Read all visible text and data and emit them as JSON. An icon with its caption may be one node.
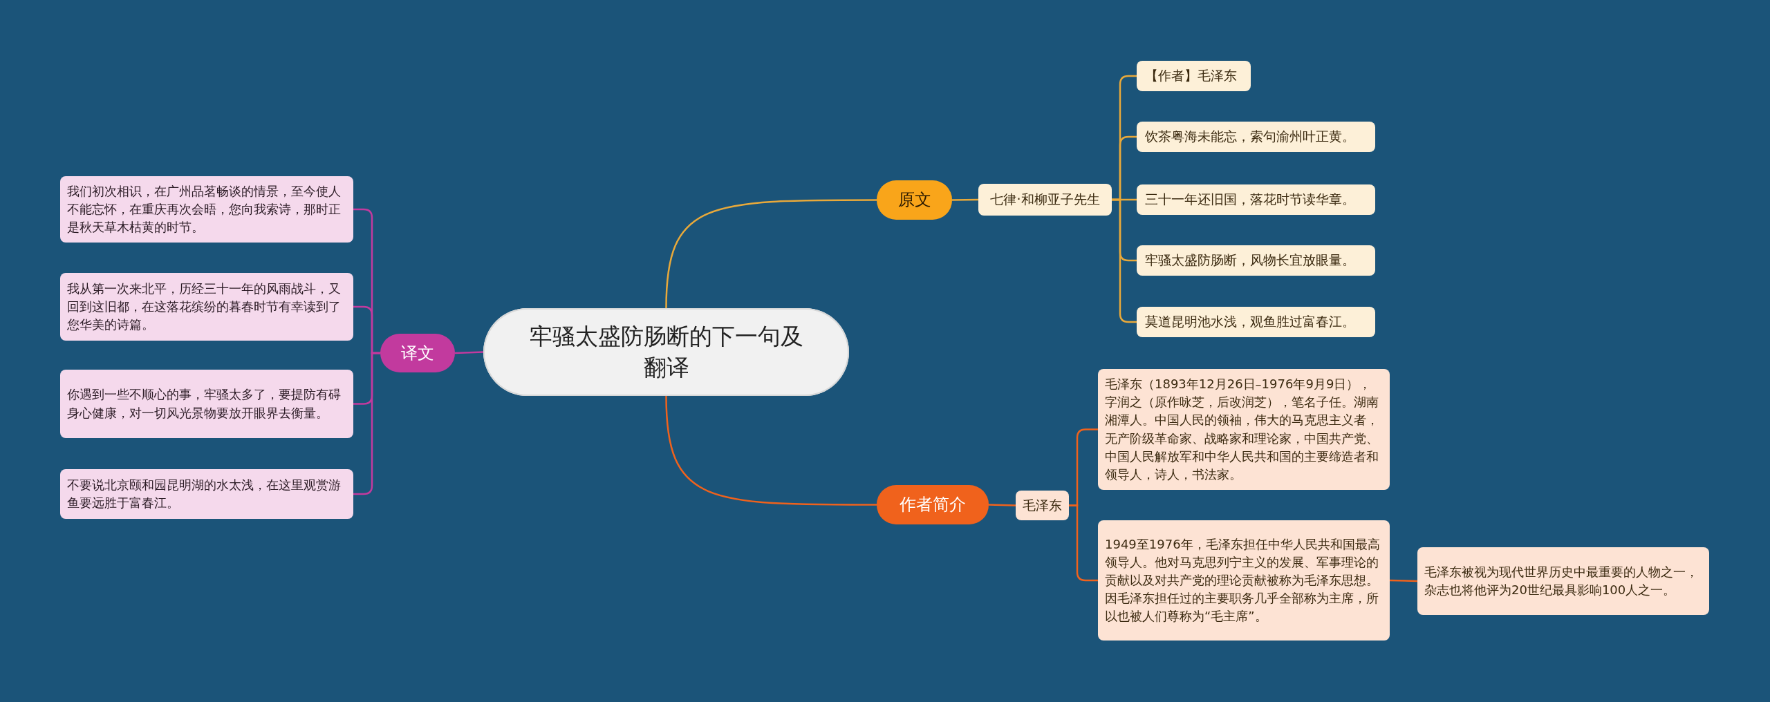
{
  "diagram": {
    "nodes": [
      {
        "text": [
          "牢骚太盛防肠断的下一句及翻译"
        ]
      },
      {
        "text": [
          "原文"
        ]
      },
      {
        "text": [
          "七律·和柳亚子先生"
        ]
      },
      {
        "text": [
          "【作者】毛泽东"
        ]
      },
      {
        "text": [
          "饮茶粤海未能忘，索句渝州叶正黄。"
        ]
      },
      {
        "text": [
          "三十一年还旧国，落花时节读华章。"
        ]
      },
      {
        "text": [
          "牢骚太盛防肠断，风物长宜放眼量。"
        ]
      },
      {
        "text": [
          "莫道昆明池水浅，观鱼胜过富春江。"
        ]
      },
      {
        "text": [
          "译文"
        ]
      },
      {
        "text": [
          "我们初次相识，在广州品茗畅谈的情景，至今使人不能忘怀，在重庆再次会晤，您向我索诗，那时正是秋天草木枯黄的时节。"
        ]
      },
      {
        "text": [
          "我从第一次来北平，历经三十一年的风雨战斗，又回到这旧都，在这落花缤纷的暮春时节有幸读到了您华美的诗篇。"
        ]
      },
      {
        "text": [
          "你遇到一些不顺心的事，牢骚太多了，要提防有碍身心健康，对一切风光景物要放开眼界去衡量。"
        ]
      },
      {
        "text": [
          "不要说北京颐和园昆明湖的水太浅，在这里观赏游鱼要远胜于富春江。"
        ]
      },
      {
        "text": [
          "作者简介"
        ]
      },
      {
        "text": [
          "毛泽东"
        ]
      },
      {
        "text": [
          "毛泽东（1893年12月26日–1976年9月9日），字润之（原作咏芝，后改润芝），笔名子任。湖南湘潭人。中国人民的领袖，伟大的马克思主义者，无产阶级革命家、战略家和理论家，中国共产党、中国人民解放军和中华人民共和国的主要缔造者和领导人，诗人，书法家。"
        ]
      },
      {
        "text": [
          "1949至1976年，毛泽东担任中华人民共和国最高领导人。他对马克思列宁主义的发展、军事理论的贡献以及对共产党的理论贡献被称为毛泽东思想。因毛泽东担任过的主要职务几乎全部称为主席，所以也被人们尊称为“毛主席”。"
        ]
      },
      {
        "text": [
          "毛泽东被视为现代世界历史中最重要的人物之一，杂志也将他评为20世纪最具影响100人之一。"
        ]
      }
    ],
    "edges": [
      {
        "from": 0,
        "to": 1,
        "arrow": "none"
      },
      {
        "from": 1,
        "to": 2,
        "arrow": "none"
      },
      {
        "from": 2,
        "to": 3,
        "arrow": "none"
      },
      {
        "from": 2,
        "to": 4,
        "arrow": "none"
      },
      {
        "from": 2,
        "to": 5,
        "arrow": "none"
      },
      {
        "from": 2,
        "to": 6,
        "arrow": "none"
      },
      {
        "from": 2,
        "to": 7,
        "arrow": "none"
      },
      {
        "from": 0,
        "to": 8,
        "arrow": "none",
        "color": "#c23a9e"
      },
      {
        "from": 8,
        "to": 9,
        "arrow": "none",
        "color": "#c23a9e"
      },
      {
        "from": 8,
        "to": 10,
        "arrow": "none",
        "color": "#c23a9e"
      },
      {
        "from": 8,
        "to": 11,
        "arrow": "none",
        "color": "#c23a9e"
      },
      {
        "from": 8,
        "to": 12,
        "arrow": "none",
        "color": "#c23a9e"
      },
      {
        "from": 0,
        "to": 13,
        "arrow": "none",
        "color": "#f0621c"
      },
      {
        "from": 13,
        "to": 14,
        "arrow": "none",
        "color": "#f0621c"
      },
      {
        "from": 14,
        "to": 15,
        "arrow": "none",
        "color": "#f0621c"
      },
      {
        "from": 14,
        "to": 16,
        "arrow": "none",
        "color": "#f0621c"
      },
      {
        "from": 16,
        "to": 17,
        "arrow": "none",
        "color": "#f0621c"
      }
    ]
  }
}
